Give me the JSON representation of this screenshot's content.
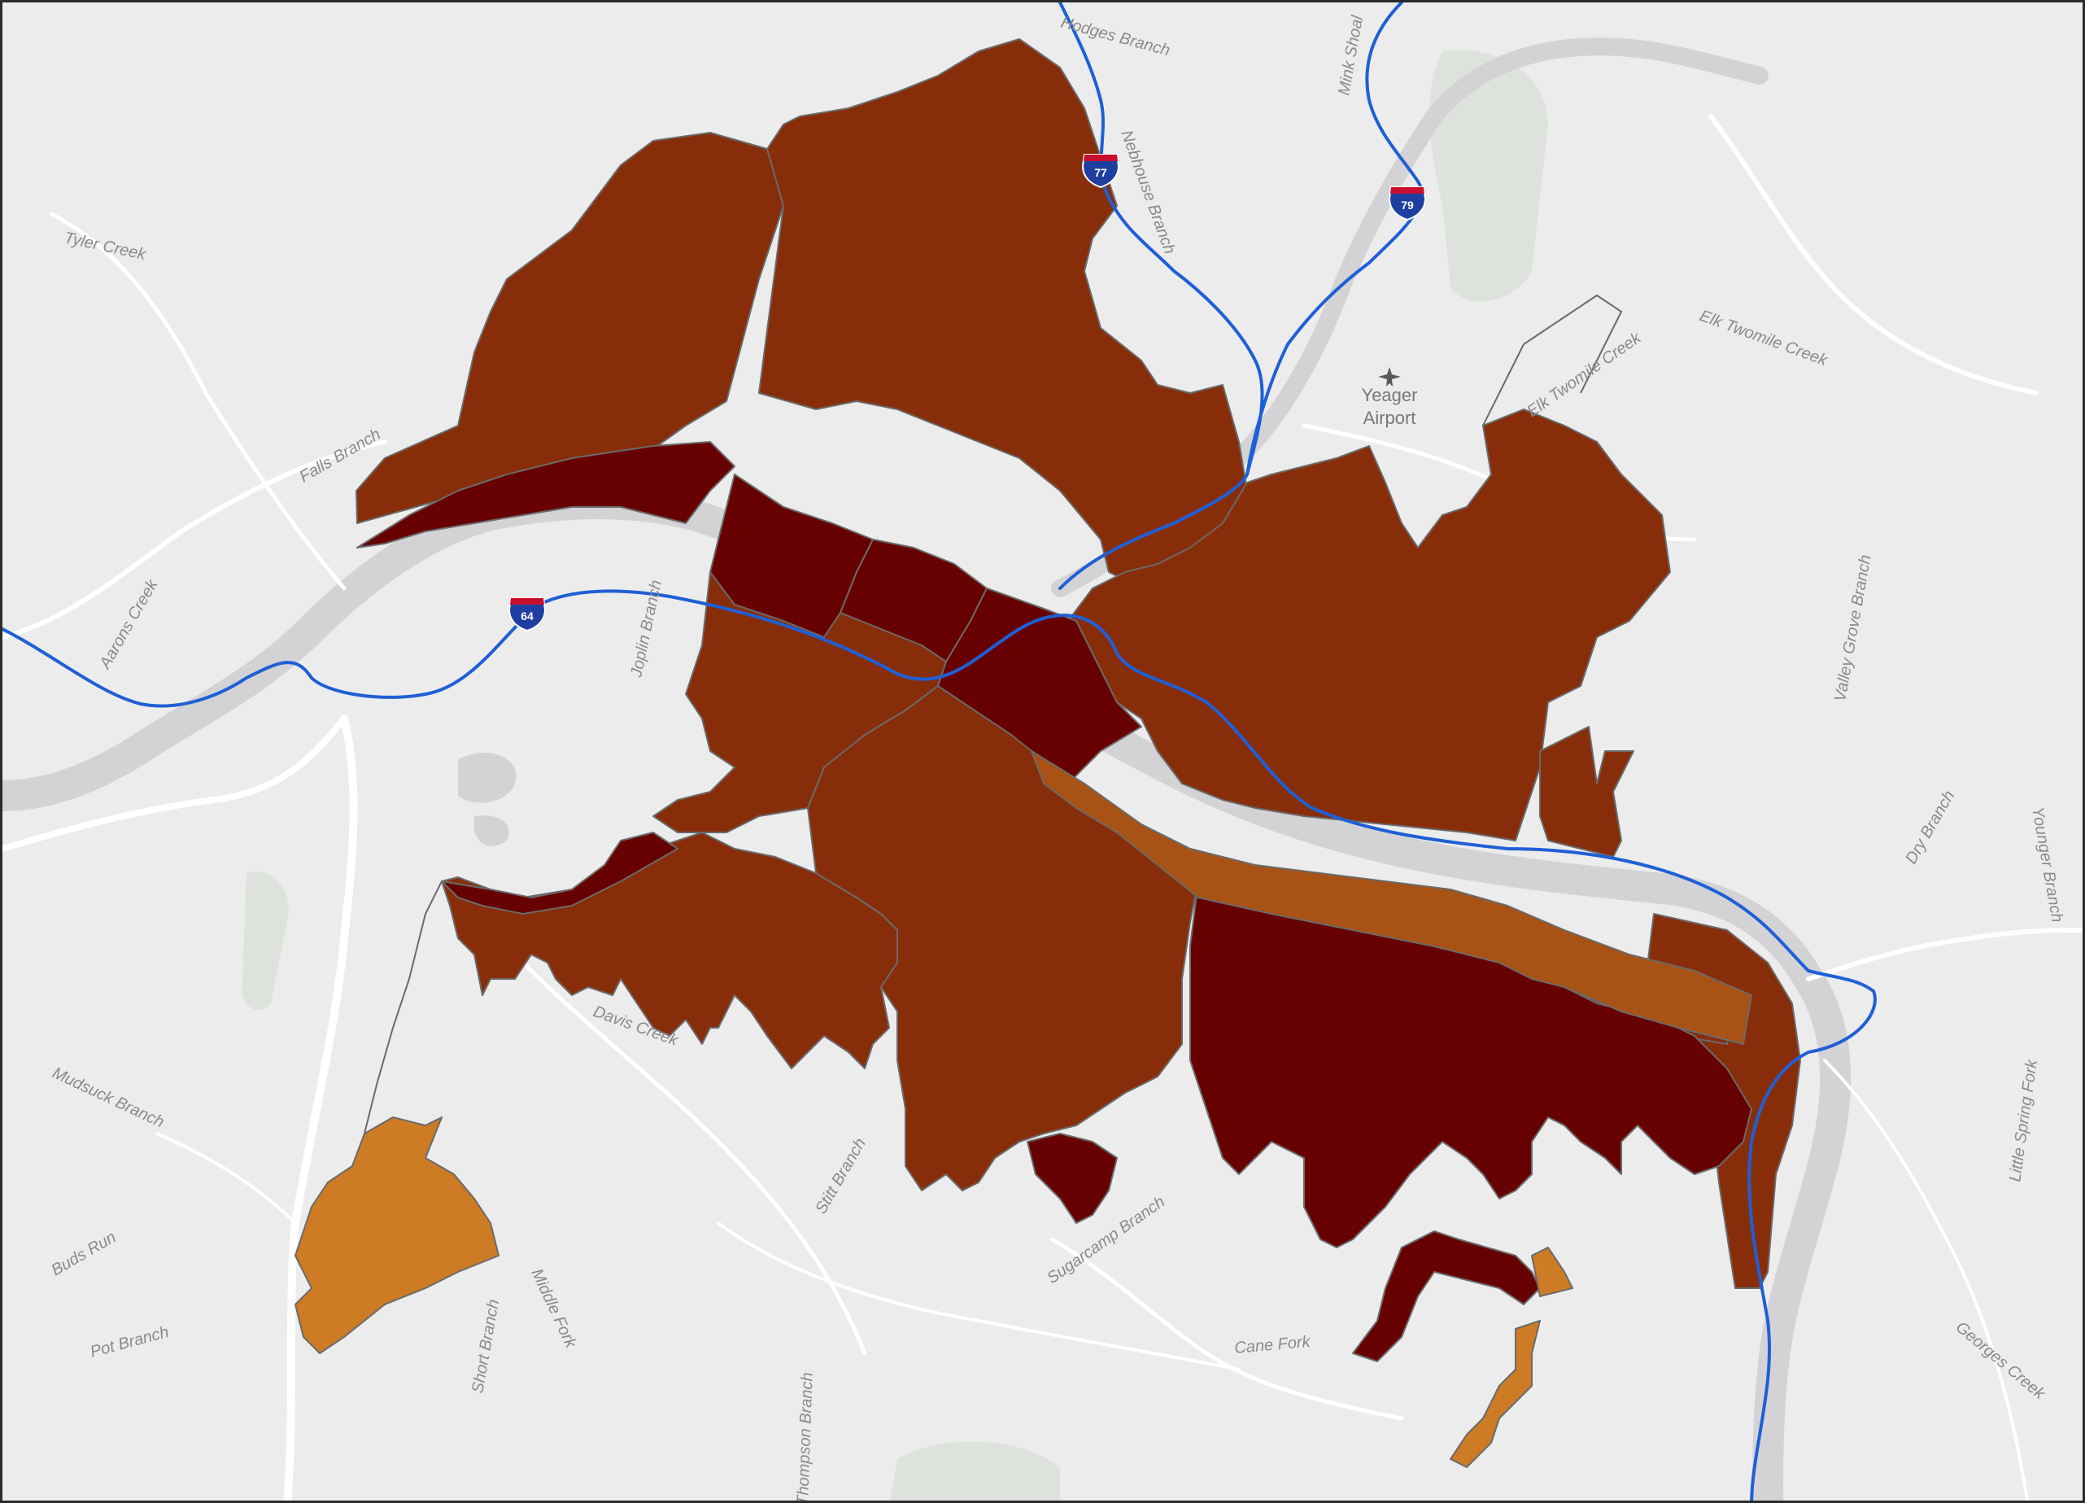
{
  "map": {
    "colors": {
      "background": "#ececec",
      "river": "#d3d3d6",
      "park": "#dde3dc",
      "road": "#ffffff",
      "tract_border": "#6a6a6a",
      "interstate": "#1f5fd6",
      "class_dark": "#670000",
      "class_mid": "#882d0a",
      "class_light": "#a85215",
      "class_lightest": "#cd7b25"
    },
    "place_labels": [
      "Tyler Creek",
      "Falls Branch",
      "Aarons Creek",
      "Joplin Branch",
      "Davis Creek",
      "Mudsuck Branch",
      "Buds Run",
      "Pot Branch",
      "Short Branch",
      "Middle Fork",
      "Stitt Branch",
      "Sugarcamp Branch",
      "Thompson Branch",
      "Cane Fork",
      "Elk Twomile Creek",
      "Valley Grove Branch",
      "Dry Branch",
      "Younger Branch",
      "Little Spring Fork",
      "Georges Creek",
      "Mink Shoal",
      "Nebhouse Branch",
      "Hodges Branch",
      "Elk Twomile Creek"
    ],
    "poi": {
      "name_line1": "Yeager",
      "name_line2": "Airport",
      "icon": "airport-icon"
    },
    "interstates": [
      {
        "number": "64",
        "icon": "interstate-shield-icon"
      },
      {
        "number": "77",
        "icon": "interstate-shield-icon"
      },
      {
        "number": "79",
        "icon": "interstate-shield-icon"
      }
    ]
  }
}
